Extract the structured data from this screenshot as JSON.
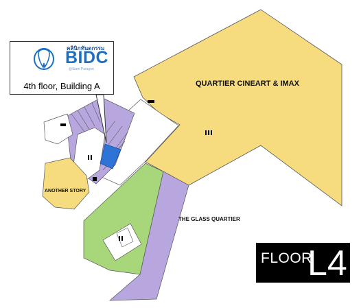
{
  "map": {
    "labels": {
      "cineart": "QUARTIER CINEART & IMAX",
      "glass_quartier": "THE GLASS QUARTIER",
      "another_story": "ANOTHER STORY"
    }
  },
  "callout": {
    "logo_text": "BIDC",
    "logo_thai": "คลินิกทันตกรรม",
    "logo_tagline": "@Siam Paragon",
    "caption": "4th floor, Building A"
  },
  "floor_badge": {
    "word": "FLOOR",
    "number": "L4"
  },
  "colors": {
    "yellow_zone": "#f7db7f",
    "purple_zone": "#b8a7df",
    "green_zone": "#a7d77a",
    "highlight": "#2d74d6",
    "corridor": "#ffffff",
    "outline": "#555555"
  }
}
